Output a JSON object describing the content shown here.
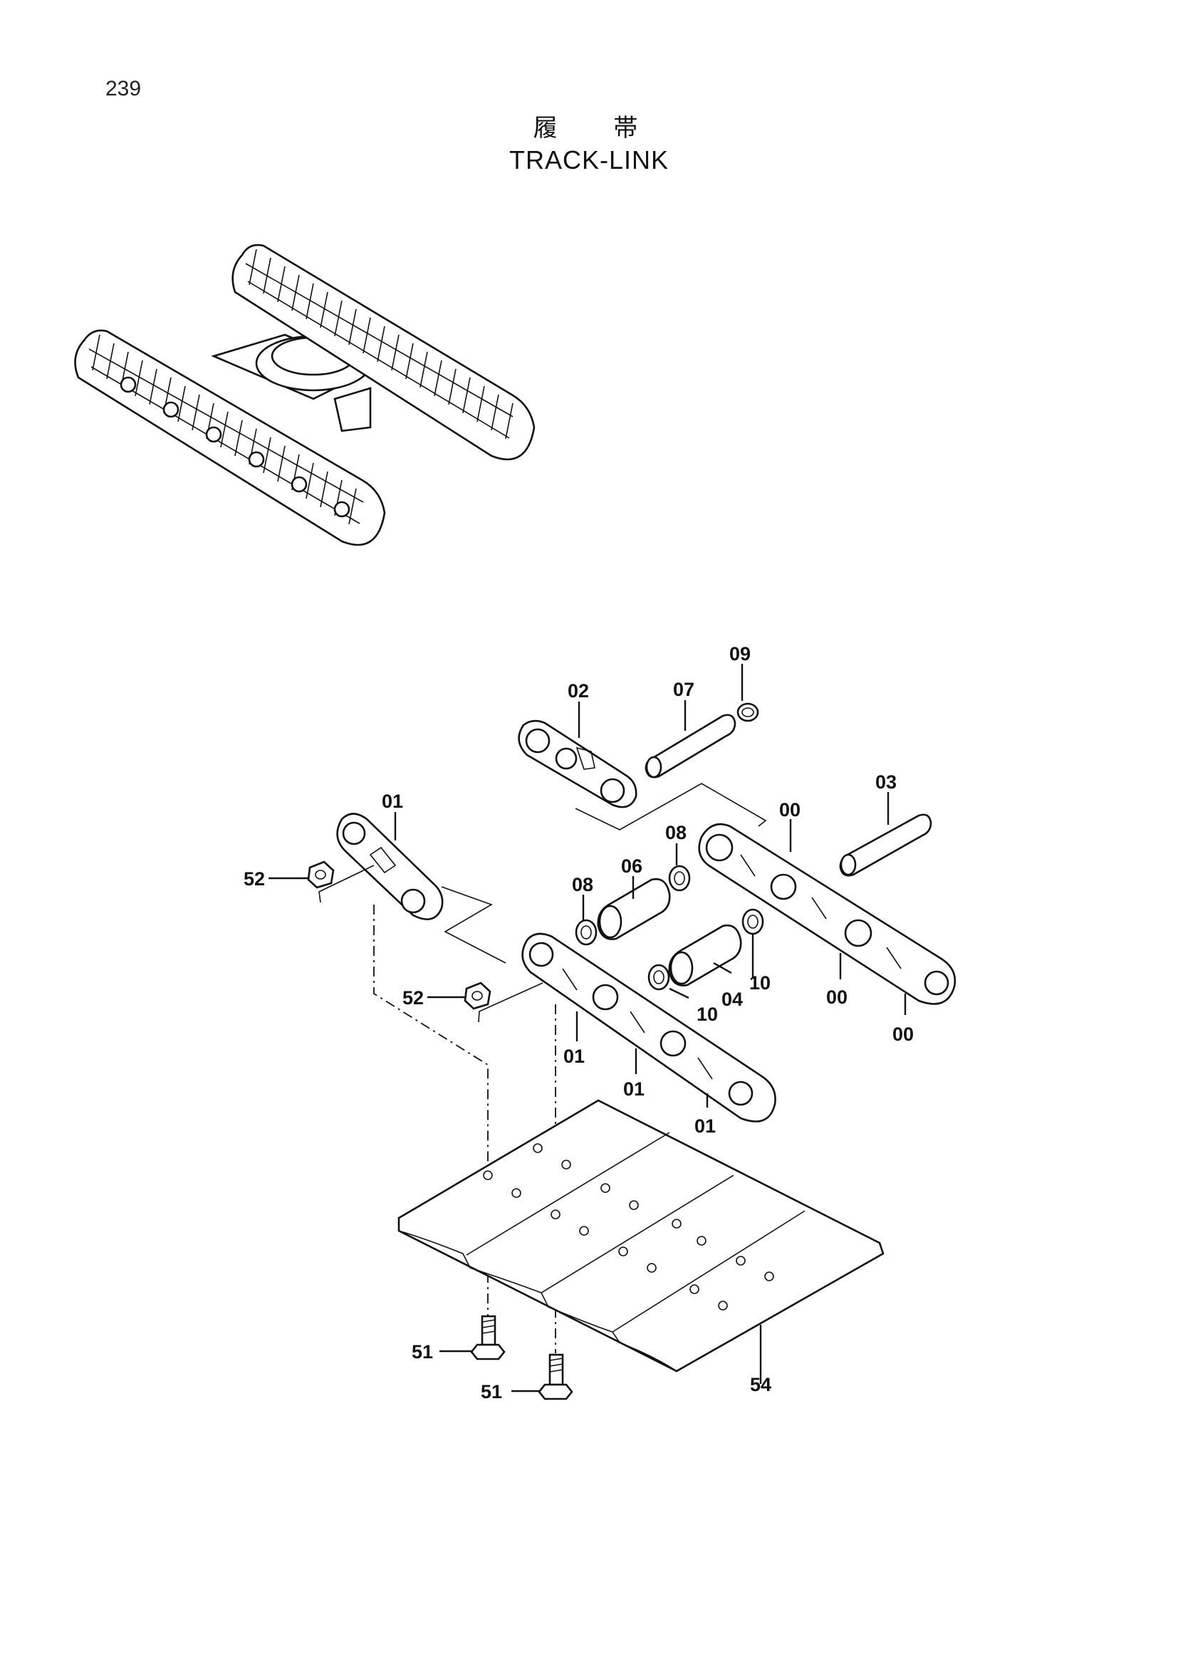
{
  "page": {
    "number": "239",
    "title_jp": "履 帯",
    "title_en": "TRACK-LINK"
  },
  "callouts": {
    "c09": "09",
    "c07": "07",
    "c02": "02",
    "c03": "03",
    "c01_top": "01",
    "c00_a": "00",
    "c08_a": "08",
    "c06": "06",
    "c08_b": "08",
    "c52_a": "52",
    "c52_b": "52",
    "c10_a": "10",
    "c04": "04",
    "c10_b": "10",
    "c00_b": "00",
    "c00_c": "00",
    "c01_a": "01",
    "c01_b": "01",
    "c01_c": "01",
    "c51_a": "51",
    "c51_b": "51",
    "c54": "54"
  }
}
